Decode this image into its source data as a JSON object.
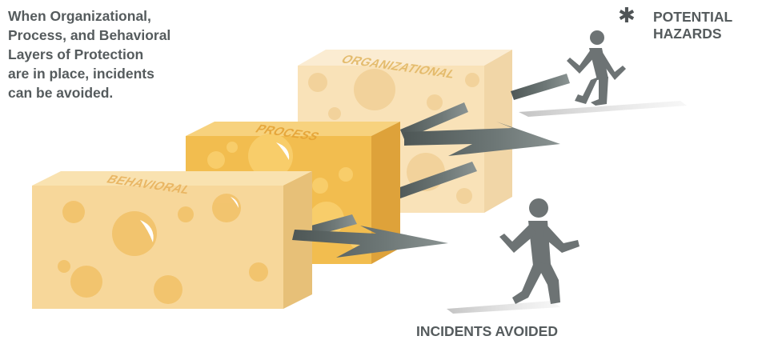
{
  "intro_lines": [
    "When Organizational,",
    "Process, and Behavioral",
    "Layers of Protection",
    "are in place, incidents",
    "can be avoided."
  ],
  "hazards_marker": "✱",
  "hazards_lines": [
    "POTENTIAL",
    "HAZARDS"
  ],
  "outcome_label": "INCIDENTS AVOIDED",
  "layers": {
    "organizational": "ORGANIZATIONAL",
    "process": "PROCESS",
    "behavioral": "BEHAVIORAL"
  },
  "colors": {
    "text": "#555b5d",
    "arrow": "#66706f",
    "figure": "#6d7374",
    "organizational_face": "#f8e1b6",
    "process_face": "#f2bf52",
    "behavioral_face": "#f6d79a"
  }
}
